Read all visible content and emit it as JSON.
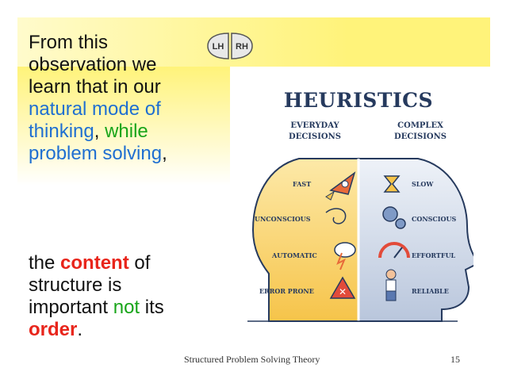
{
  "slide": {
    "para1": {
      "line1": "From this",
      "line2": "observation we",
      "line3": "learn that in our",
      "line4_blue": "natural mode of",
      "line5_blue": "thinking",
      "line5_sep": ", ",
      "line5_green": "while",
      "line6_blue": "problem solving",
      "line6_end": ","
    },
    "para2": {
      "line1_pre": "the ",
      "line1_red": "content",
      "line1_post": " of",
      "line2": "structure is",
      "line3_pre": "important ",
      "line3_green": "not",
      "line3_post": " its",
      "line4_red": "order",
      "line4_post": "."
    },
    "brain_icon": {
      "left": "LH",
      "right": "RH"
    },
    "heuristics": {
      "title": "HEURISTICS",
      "left_heading_1": "EVERYDAY",
      "left_heading_2": "DECISIONS",
      "right_heading_1": "COMPLEX",
      "right_heading_2": "DECISIONS",
      "left_items": [
        "FAST",
        "UNCONSCIOUS",
        "AUTOMATIC",
        "ERROR PRONE"
      ],
      "right_items": [
        "SLOW",
        "CONSCIOUS",
        "EFFORTFUL",
        "RELIABLE"
      ]
    },
    "footer": "Structured Problem Solving Theory",
    "page_number": "15"
  },
  "colors": {
    "yellow": "#fff37a",
    "blue_text": "#1f6fd1",
    "green_text": "#18a51a",
    "red_text": "#e8251b",
    "navy": "#263a5e"
  }
}
